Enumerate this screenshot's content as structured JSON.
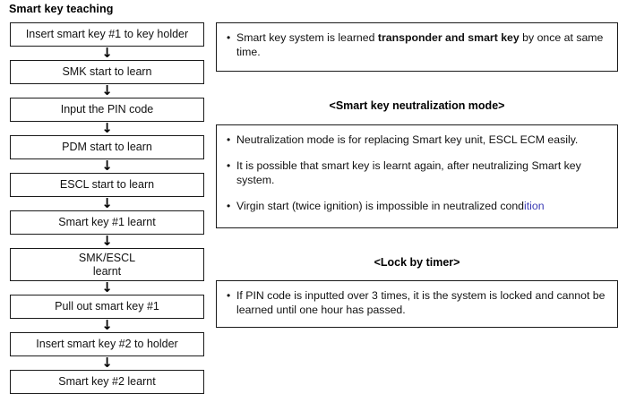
{
  "page": {
    "title": "Smart key teaching"
  },
  "flow": {
    "arrow_glyph": "down-arrow",
    "steps": [
      {
        "label": "Insert smart key #1 to key holder",
        "lines": 1
      },
      {
        "label": "SMK start to learn",
        "lines": 1
      },
      {
        "label": "Input the PIN code",
        "lines": 1
      },
      {
        "label": "PDM start to learn",
        "lines": 1
      },
      {
        "label": "ESCL start to learn",
        "lines": 1
      },
      {
        "label": "Smart key #1 learnt",
        "lines": 1
      },
      {
        "label": "SMK/ESCL\nlearnt",
        "line1": "SMK/ESCL",
        "line2": "learnt",
        "lines": 2
      },
      {
        "label": "Pull out smart key #1",
        "lines": 1
      },
      {
        "label": "Insert smart key #2 to holder",
        "lines": 1
      },
      {
        "label": "Smart key #2 learnt",
        "lines": 1
      }
    ]
  },
  "notes": {
    "intro_panel": {
      "bullet_1_part_1": "Smart key system is learned ",
      "bullet_1_bold": "transponder and smart key",
      "bullet_1_part_2": " by once at same  time."
    },
    "neutralization": {
      "heading": "<Smart key neutralization mode>",
      "bullet_1": "Neutralization mode is for replacing Smart key unit, ESCL ECM easily.",
      "bullet_2": "It is possible that smart key is learnt again, after neutralizing Smart key system.",
      "bullet_3_part_1": "Virgin start (twice ignition) is impossible in neutralized cond",
      "bullet_3_part_2": "ition"
    },
    "lock_by_timer": {
      "heading": "<Lock by timer>",
      "bullet_1": "If PIN code is inputted over 3 times, it is the system is locked and cannot be learned until one hour has passed."
    }
  },
  "colors": {
    "border": "#1a1a1a",
    "text": "#111111",
    "background": "#ffffff",
    "tint": "#3a3ab4"
  }
}
